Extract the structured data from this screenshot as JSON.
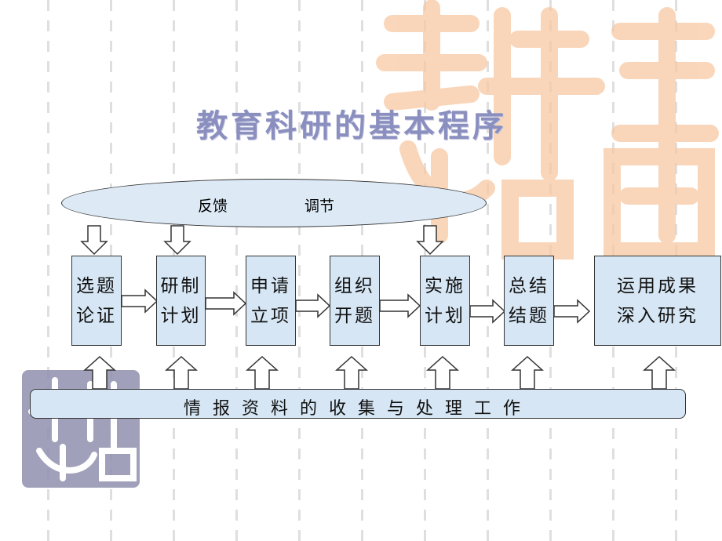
{
  "title": "教育科研的基本程序",
  "feedback": {
    "left": "反馈",
    "right": "调节"
  },
  "steps": [
    {
      "line1": "选题",
      "line2": "论证"
    },
    {
      "line1": "研制",
      "line2": "计划"
    },
    {
      "line1": "申请",
      "line2": "立项"
    },
    {
      "line1": "组织",
      "line2": "开题"
    },
    {
      "line1": "实施",
      "line2": "计划"
    },
    {
      "line1": "总结",
      "line2": "结题"
    },
    {
      "line1": "运用成果",
      "line2": "深入研究"
    }
  ],
  "bottom_bar": "情报资料的收集与处理工作",
  "colors": {
    "box_fill": "#d6e6f4",
    "title": "#8a8fbf",
    "seal": "#f8c9a3",
    "seal_small": "#8f8fae"
  }
}
